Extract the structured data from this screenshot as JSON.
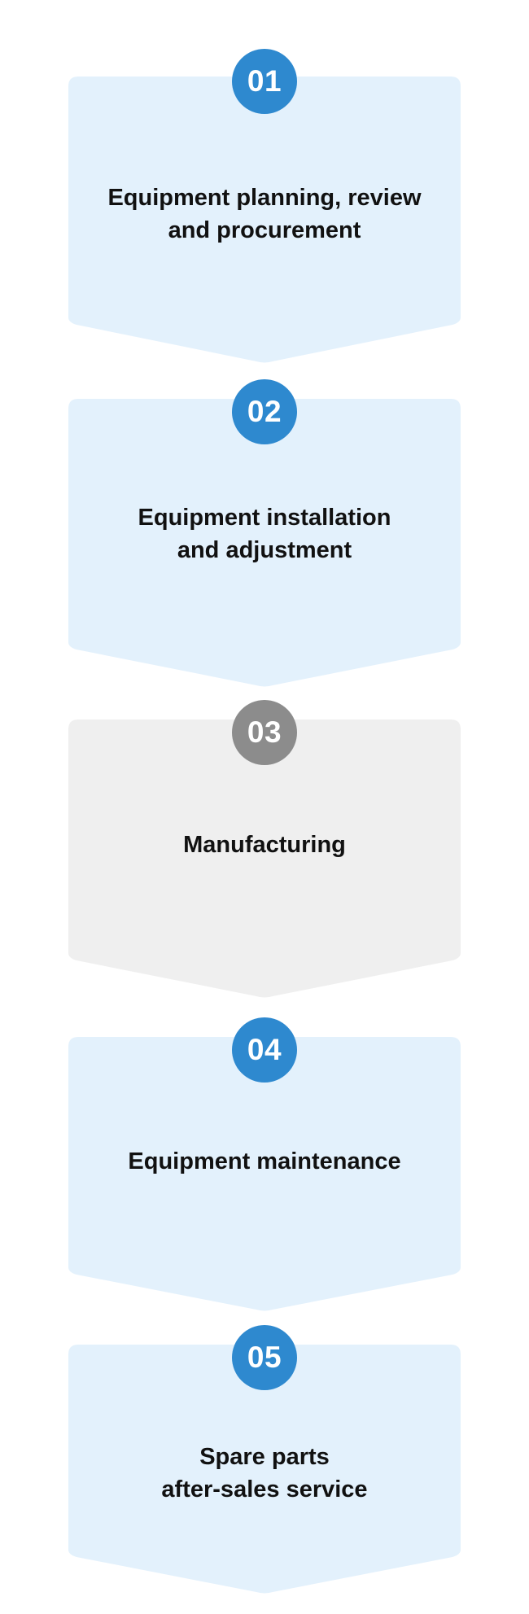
{
  "colors": {
    "active_fill": "#e3f1fc",
    "active_badge": "#2e89cf",
    "inactive_fill": "#efefef",
    "inactive_badge": "#8c8c8c",
    "page_background": "#ffffff"
  },
  "steps": [
    {
      "number": "01",
      "lines": [
        "Equipment planning, review",
        "and procurement"
      ],
      "state": "active"
    },
    {
      "number": "02",
      "lines": [
        "Equipment installation",
        "and adjustment"
      ],
      "state": "active"
    },
    {
      "number": "03",
      "lines": [
        "Manufacturing"
      ],
      "state": "inactive"
    },
    {
      "number": "04",
      "lines": [
        "Equipment maintenance"
      ],
      "state": "active"
    },
    {
      "number": "05",
      "lines": [
        "Spare parts",
        "after-sales service"
      ],
      "state": "active"
    }
  ]
}
